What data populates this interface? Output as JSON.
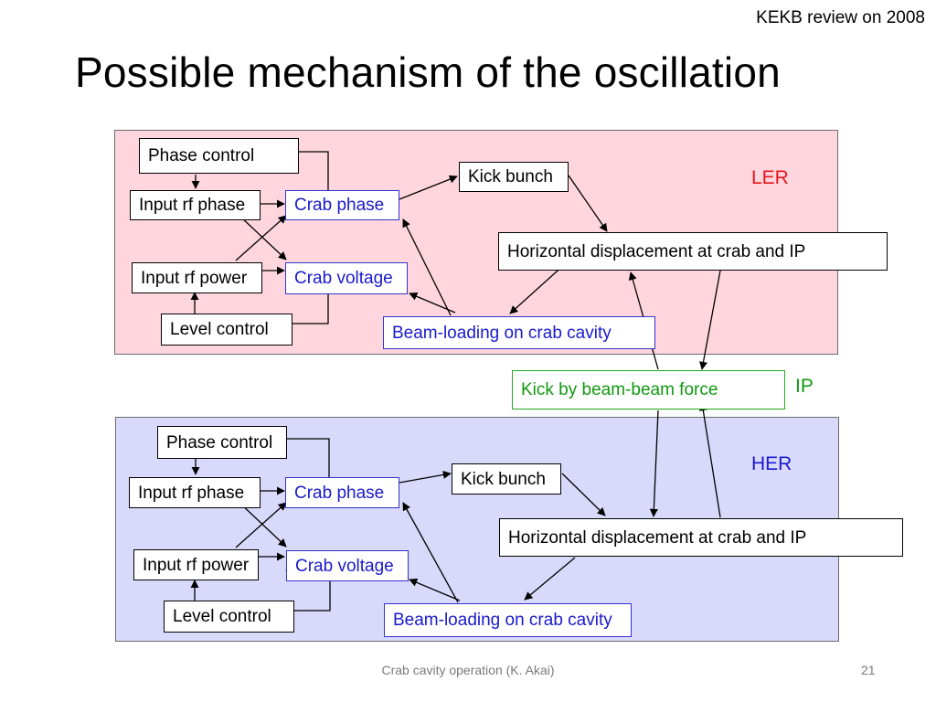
{
  "header": {
    "corner_note": "KEKB review on 2008",
    "title": "Possible mechanism of the oscillation"
  },
  "colors": {
    "ler_panel": "#ffd6dd",
    "her_panel": "#d9d9fb",
    "ler_label": "#e8141c",
    "her_label": "#1a1acc",
    "ip_label": "#119911"
  },
  "ler": {
    "label": "LER",
    "phase_control": "Phase control",
    "input_rf_phase": "Input rf phase",
    "input_rf_power": "Input rf power",
    "level_control": "Level control",
    "crab_phase": "Crab phase",
    "crab_voltage": "Crab voltage",
    "kick_bunch": "Kick bunch",
    "horizontal_displacement": "Horizontal displacement at crab and IP",
    "beam_loading": "Beam-loading on crab cavity"
  },
  "ip": {
    "label": "IP",
    "kick_beam_beam": "Kick by beam-beam force"
  },
  "her": {
    "label": "HER",
    "phase_control": "Phase control",
    "input_rf_phase": "Input rf phase",
    "input_rf_power": "Input rf power",
    "level_control": "Level control",
    "crab_phase": "Crab phase",
    "crab_voltage": "Crab voltage",
    "kick_bunch": "Kick bunch",
    "horizontal_displacement": "Horizontal displacement at crab and IP",
    "beam_loading": "Beam-loading on crab cavity"
  },
  "footer": {
    "text": "Crab cavity operation (K. Akai)",
    "page_number": "21"
  }
}
